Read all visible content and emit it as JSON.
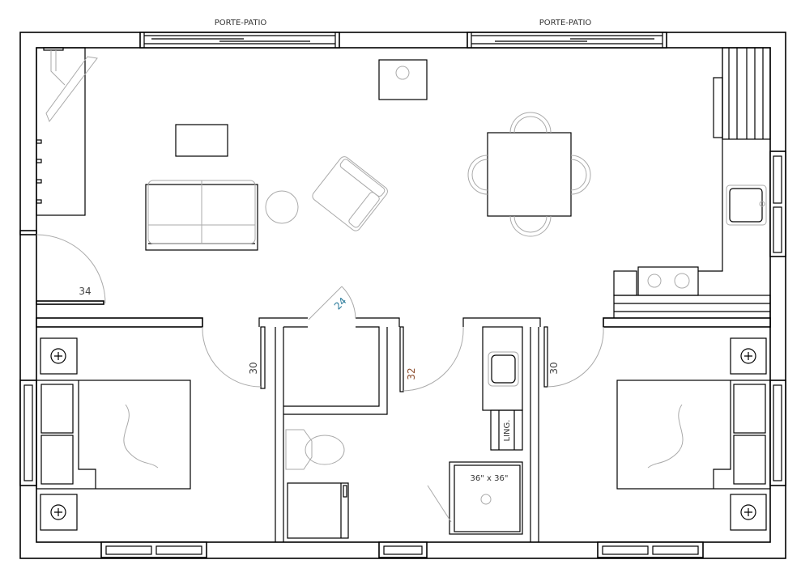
{
  "plan": {
    "labels": {
      "patio_door_left": "PORTE-PATIO",
      "patio_door_right": "PORTE-PATIO",
      "linen": "LING.",
      "shower_size": "36\" x 36\""
    },
    "door_widths": {
      "entry": "34",
      "closet": "24",
      "bedroom_left": "30",
      "bathroom": "32",
      "bedroom_right": "30"
    }
  }
}
